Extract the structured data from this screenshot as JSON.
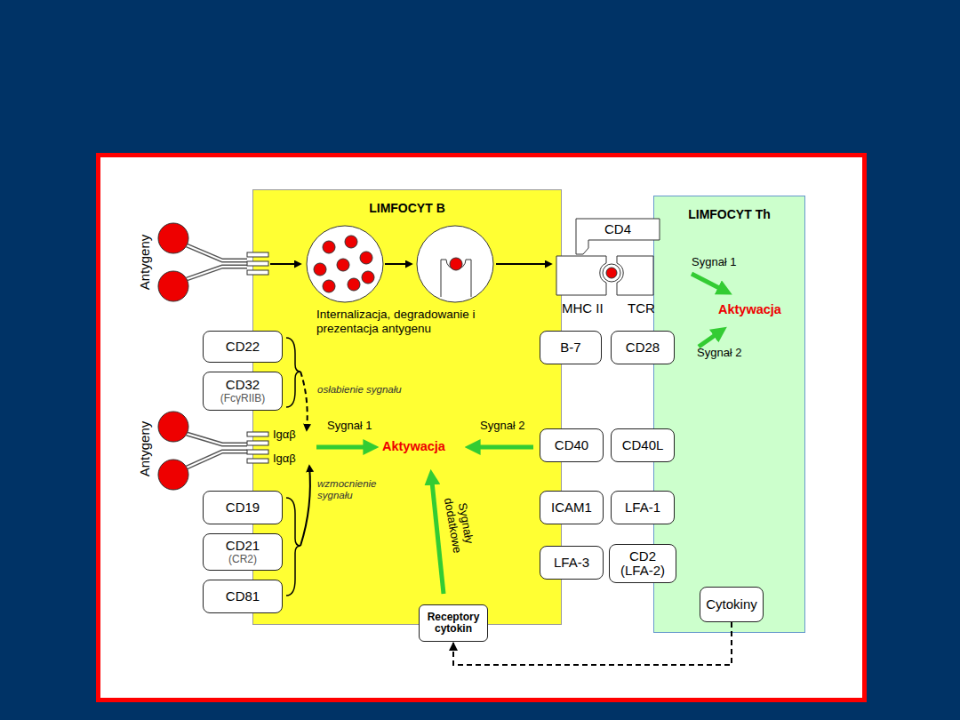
{
  "diagram": {
    "nodes": [
      {
        "text": [
          "LIMFOCYT B"
        ]
      },
      {
        "text": [
          "LIMFOCYT Th"
        ]
      },
      {
        "text": [
          "CD22"
        ],
        "in": 0
      },
      {
        "text": [
          "CD32",
          "(FcγRIIB)"
        ],
        "in": 0
      },
      {
        "text": [
          "CD19"
        ],
        "in": 0
      },
      {
        "text": [
          "CD21",
          "(CR2)"
        ],
        "in": 0
      },
      {
        "text": [
          "CD81"
        ],
        "in": 0
      },
      {
        "text": [
          "Receptory cytokin"
        ],
        "in": 0
      },
      {
        "text": [
          "B-7"
        ],
        "in": 0
      },
      {
        "text": [
          "CD40"
        ],
        "in": 0
      },
      {
        "text": [
          "ICAM1"
        ],
        "in": 0
      },
      {
        "text": [
          "LFA-3"
        ],
        "in": 0
      },
      {
        "text": [
          "CD28"
        ],
        "in": 1
      },
      {
        "text": [
          "CD40L"
        ],
        "in": 1
      },
      {
        "text": [
          "LFA-1"
        ],
        "in": 1
      },
      {
        "text": [
          "CD2 (LFA-2)"
        ],
        "in": 1
      },
      {
        "text": [
          "Cytokiny"
        ],
        "in": 1
      }
    ],
    "edges": [
      {
        "from": 16,
        "to": 7,
        "arrow": "to"
      }
    ],
    "labels": [
      "Antygeny",
      "Internalizacja, degradowanie i prezentacja antygenu",
      "CD4",
      "MHC II",
      "TCR",
      "Sygnał 1",
      "Aktywacja",
      "Sygnał 2",
      "Antygeny",
      "osłabienie sygnału",
      "Igαβ",
      "Igαβ",
      "Sygnał 1",
      "Aktywacja",
      "Sygnał 2",
      "wzmocnienie sygnału",
      "Sygnały dodatkowe"
    ]
  }
}
